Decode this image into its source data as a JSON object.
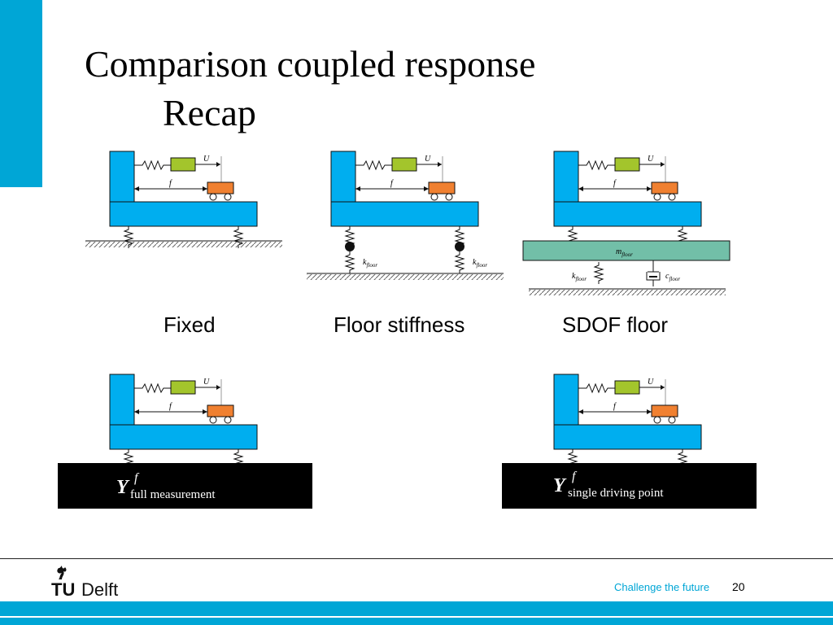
{
  "slide": {
    "title_line1": "Comparison coupled response",
    "title_line2": "Recap"
  },
  "captions": {
    "fixed": "Fixed",
    "floor_stiffness": "Floor stiffness",
    "sdof_floor": "SDOF floor"
  },
  "diagram_labels": {
    "displacement": "U",
    "force": "f",
    "k_floor": "k",
    "m_floor": "m",
    "c_floor": "c",
    "floor_subscript": "floor"
  },
  "result_boxes": {
    "full": {
      "symbol": "Y",
      "superscript": "f",
      "subscript": "full measurement"
    },
    "single": {
      "symbol": "Y",
      "superscript": "f",
      "subscript": "single driving point"
    }
  },
  "footer": {
    "logo_tu": "TU",
    "logo_delft": "Delft",
    "tagline": "Challenge the future",
    "page_number": "20"
  },
  "colors": {
    "tu_blue": "#00a6d6",
    "structure_blue": "#00aeef",
    "shaker_green": "#a3c52c",
    "mass_orange": "#f08030",
    "floor_teal": "#72bfa8"
  }
}
